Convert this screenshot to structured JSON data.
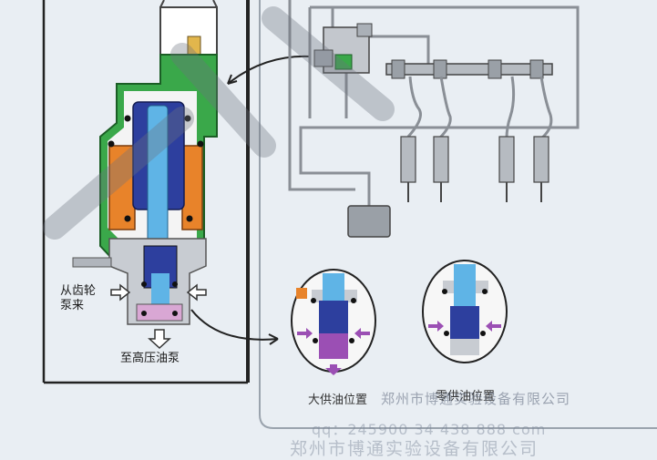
{
  "labels": {
    "from_gear_pump_line1": "从齿轮",
    "from_gear_pump_line2": "泵来",
    "to_high_pressure_pump": "至高压油泵",
    "max_supply_position": "大供油位置",
    "zero_supply_position": "零供油位置"
  },
  "watermarks": {
    "company": "郑州市博通实验设备有限公司",
    "qq": "qq：245900 34 438 888 com",
    "bottom": "郑州市博通实验设备有限公司"
  },
  "colors": {
    "background": "#e9eef3",
    "housing_green": "#3aa84a",
    "coil_orange": "#e8832a",
    "core_blue": "#2d3f9e",
    "plunger_light_blue": "#5fb4e6",
    "valve_purple": "#9b4fb4",
    "pipe_gray": "#8a8f96",
    "frame_black": "#222222"
  }
}
